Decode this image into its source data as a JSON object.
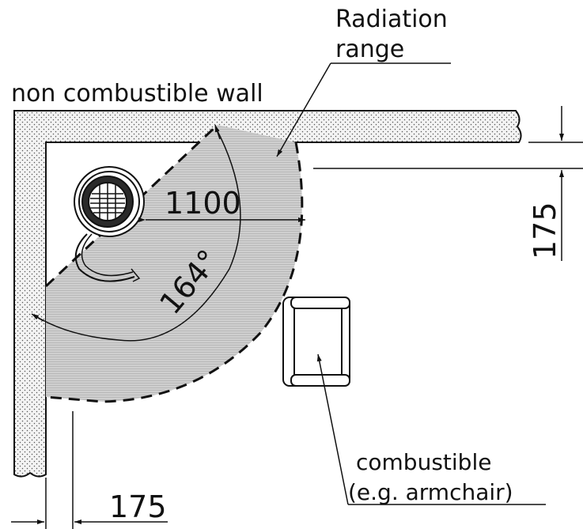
{
  "labels": {
    "wall": "non combustible wall",
    "radiation_line1": "Radiation",
    "radiation_line2": "range",
    "radius": "1100",
    "angle": "164°",
    "distance_right": "175",
    "distance_bottom": "175",
    "combustible_line1": "combustible",
    "combustible_line2": "(e.g. armchair)"
  },
  "colors": {
    "wall_fill": "#f1f1f1",
    "radiation_fill": "#c9c9c9",
    "line": "#111111"
  },
  "icons": [
    "stove-icon",
    "armchair-icon"
  ]
}
